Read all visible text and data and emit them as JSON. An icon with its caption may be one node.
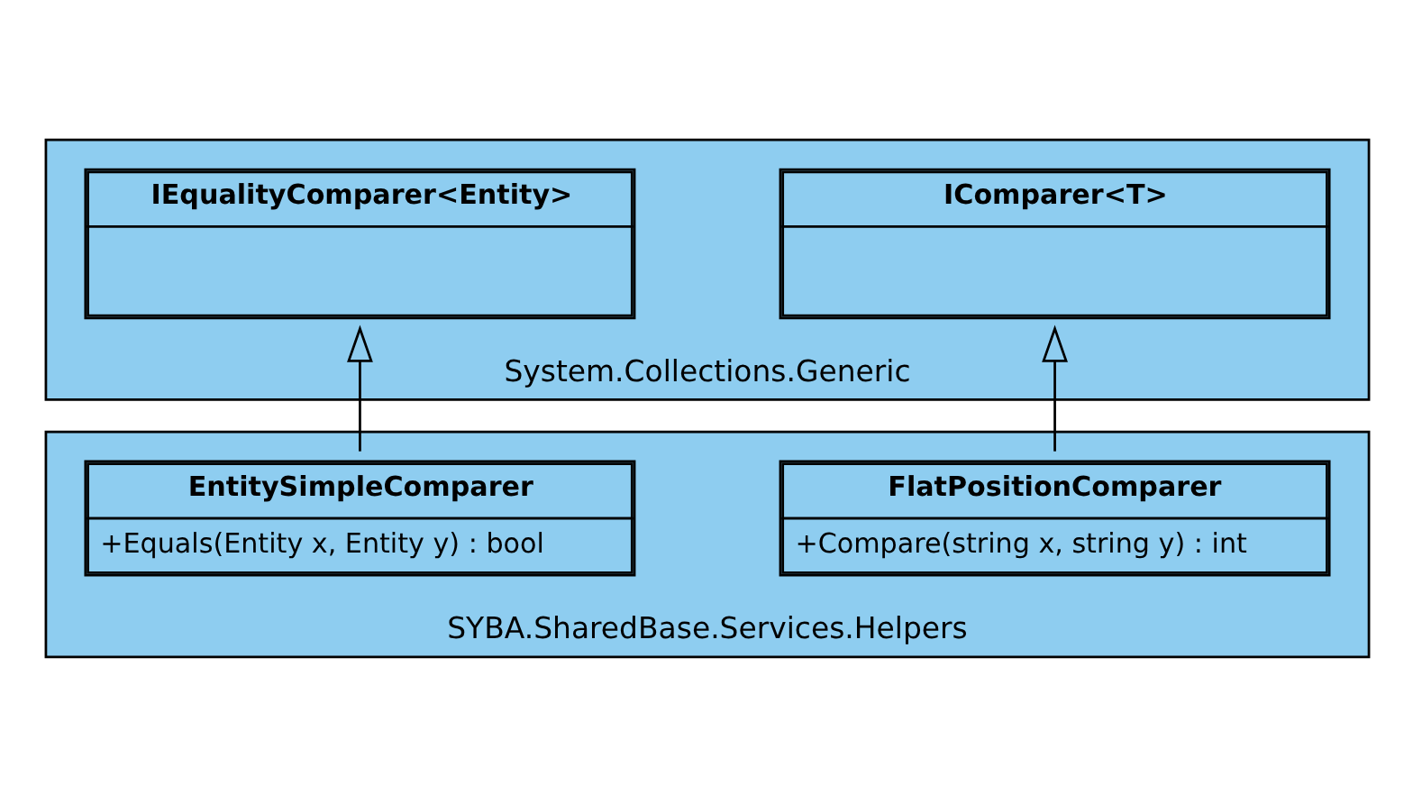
{
  "diagram": {
    "nodes": [
      {
        "text": [
          "System.Collections.Generic"
        ]
      },
      {
        "text": [
          "IComparer<T>"
        ],
        "in": 0
      },
      {
        "text": [
          "IEqualityComparer<Entity>"
        ],
        "in": 0
      },
      {
        "text": [
          "SYBA.SharedBase.Services.Helpers"
        ]
      },
      {
        "text": [
          "FlatPositionComparer",
          "+Compare(string x, string y) : int"
        ],
        "in": 3
      },
      {
        "text": [
          "EntitySimpleComparer",
          "+Equals(Entity x, Entity y) : bool"
        ],
        "in": 3
      }
    ],
    "edges": [
      {
        "from": 4,
        "to": 1,
        "arrow": "to"
      },
      {
        "from": 5,
        "to": 2,
        "arrow": "to"
      }
    ]
  }
}
